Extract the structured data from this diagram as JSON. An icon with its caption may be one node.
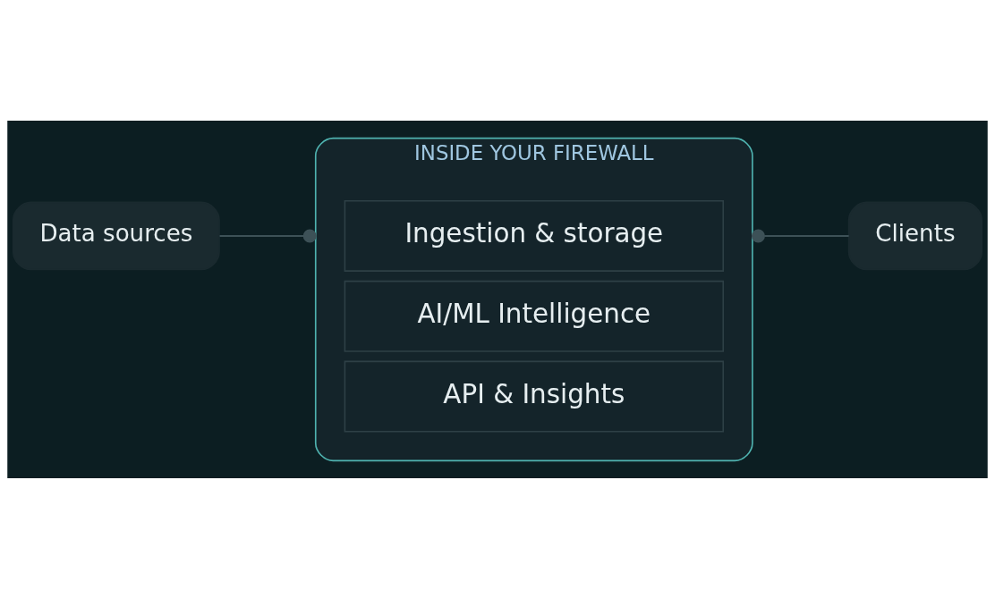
{
  "diagram": {
    "nodes": [
      {
        "text": [
          "Data sources"
        ]
      },
      {
        "text": [
          "INSIDE YOUR FIREWALL"
        ]
      },
      {
        "text": [
          "Ingestion & storage"
        ],
        "in": 1
      },
      {
        "text": [
          "AI/ML Intelligence"
        ],
        "in": 1
      },
      {
        "text": [
          "API & Insights"
        ],
        "in": 1
      },
      {
        "text": [
          "Clients"
        ]
      }
    ],
    "edges": [
      {
        "from": 0,
        "to": 1,
        "arrow": "other"
      },
      {
        "from": 1,
        "to": 5,
        "arrow": "other"
      }
    ]
  }
}
